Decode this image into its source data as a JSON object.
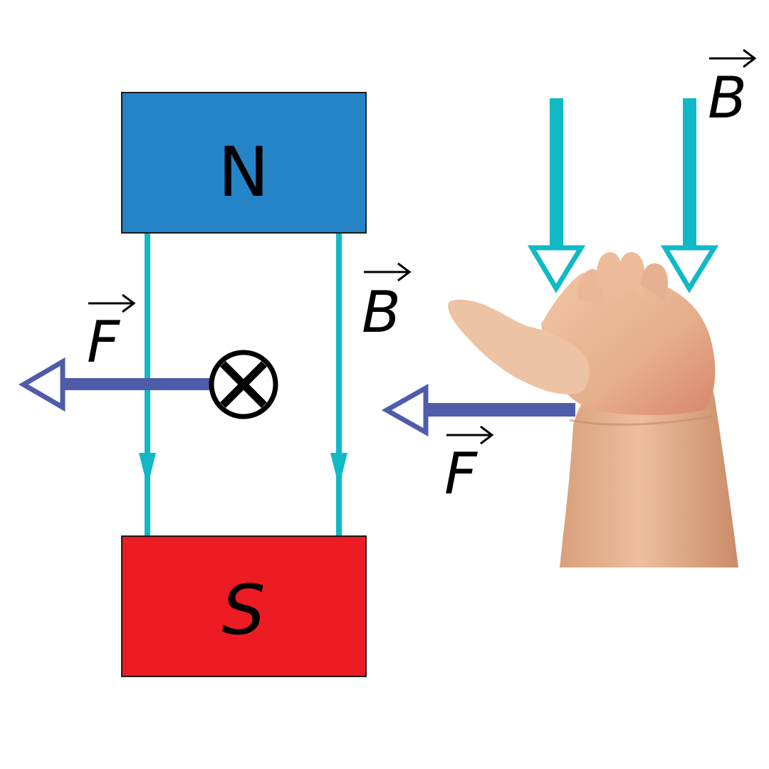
{
  "magnet": {
    "north_label": "N",
    "south_label": "S"
  },
  "labels": {
    "force_left": "F",
    "field_left": "B",
    "field_right": "B",
    "force_right": "F"
  },
  "symbols": {
    "current_into_page": "current-into-page-symbol"
  },
  "colors": {
    "north_pole": "#2584C8",
    "south_pole": "#ED1C24",
    "field_lines": "#10B9C6",
    "force_arrows": "#4E5CAA",
    "skin": "#E9B594"
  }
}
